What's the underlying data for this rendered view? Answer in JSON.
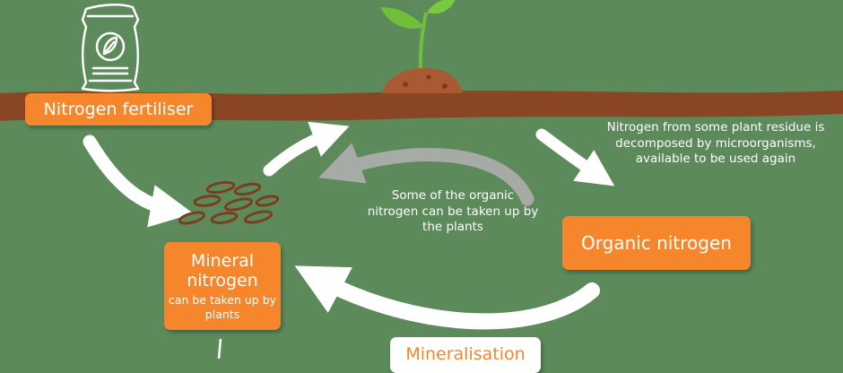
{
  "labels": {
    "nitrogen_fertiliser": "Nitrogen fertiliser",
    "organic_nitrogen": "Organic nitrogen",
    "mineral_nitrogen_title": "Mineral nitrogen",
    "mineral_nitrogen_note": "can be taken up by plants",
    "mineralisation": "Mineralisation",
    "decomposition_note": "Nitrogen from some plant residue is decomposed by microorganisms, available to be used again",
    "uptake_note": "Some of the organic nitrogen can be taken up by the plants"
  },
  "icons": [
    "fertiliser-bag-icon",
    "leaf-icon",
    "sprout-icon",
    "soil-mound-icon",
    "mineral-granules-icon"
  ],
  "colors": {
    "background": "#5d8a5b",
    "soil_band": "#8a4524",
    "label_orange": "#f5862b",
    "arrow_white": "#ffffff",
    "arrow_grey": "#a7aba6",
    "granule_brown": "#7a3e1e",
    "sprout_green": "#6fbf3a"
  }
}
